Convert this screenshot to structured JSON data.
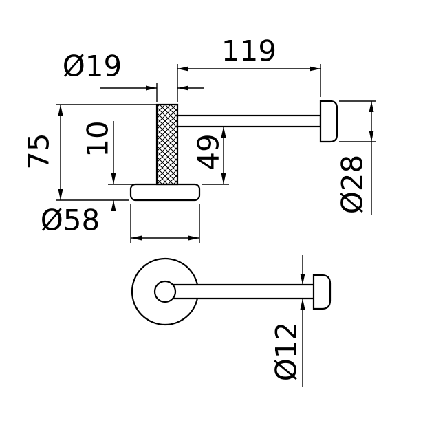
{
  "colors": {
    "line": "#000000",
    "background": "#ffffff"
  },
  "drawing": {
    "side_view": {
      "dim_arm_length": "119",
      "dim_post_diameter": "Ø19",
      "dim_overall_height": "75",
      "dim_flange_thickness": "10",
      "dim_arm_to_flange": "49",
      "dim_end_cap_diameter": "Ø28",
      "dim_flange_diameter": "Ø58"
    },
    "front_view": {
      "dim_bar_diameter": "Ø12"
    }
  }
}
